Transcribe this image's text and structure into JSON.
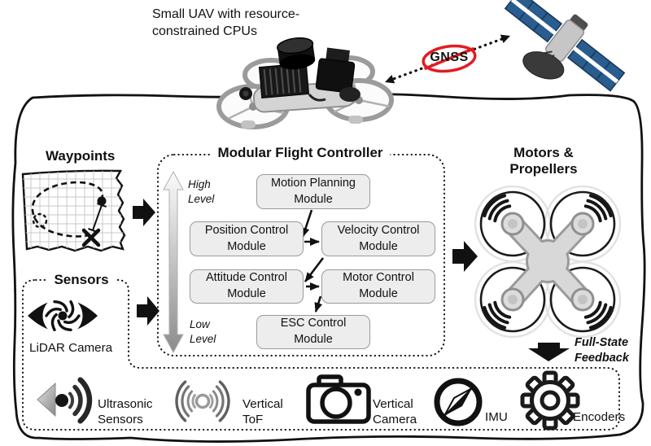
{
  "figure": {
    "uav_caption": "Small UAV with resource-\nconstrained CPUs",
    "gnss_label": "GNSS",
    "waypoints": {
      "title": "Waypoints"
    },
    "controller": {
      "title": "Modular Flight Controller",
      "high_level": "High\nLevel",
      "low_level": "Low\nLevel",
      "modules": {
        "motion": "Motion Planning\nModule",
        "position": "Position Control\nModule",
        "velocity": "Velocity Control\nModule",
        "attitude": "Attitude Control\nModule",
        "motor": "Motor Control\nModule",
        "esc": "ESC Control\nModule"
      }
    },
    "motors": {
      "title": "Motors &\nPropellers"
    },
    "sensors": {
      "title": "Sensors",
      "lidar_label": "LiDAR Camera",
      "items": [
        {
          "icon": "speaker-waves-icon",
          "label": "Ultrasonic\nSensors"
        },
        {
          "icon": "ripple-waves-icon",
          "label": "Vertical\nToF"
        },
        {
          "icon": "camera-icon",
          "label": "Vertical\nCamera"
        },
        {
          "icon": "compass-icon",
          "label": "IMU"
        },
        {
          "icon": "gear-icon",
          "label": "Encoders"
        }
      ]
    },
    "feedback_label": "Full-State\nFeedback",
    "colors": {
      "gnss_red": "#e31b23",
      "satellite_panel_blue": "#2a5c8e",
      "module_fill": "#ededed",
      "module_border": "#9a9a9a"
    }
  }
}
